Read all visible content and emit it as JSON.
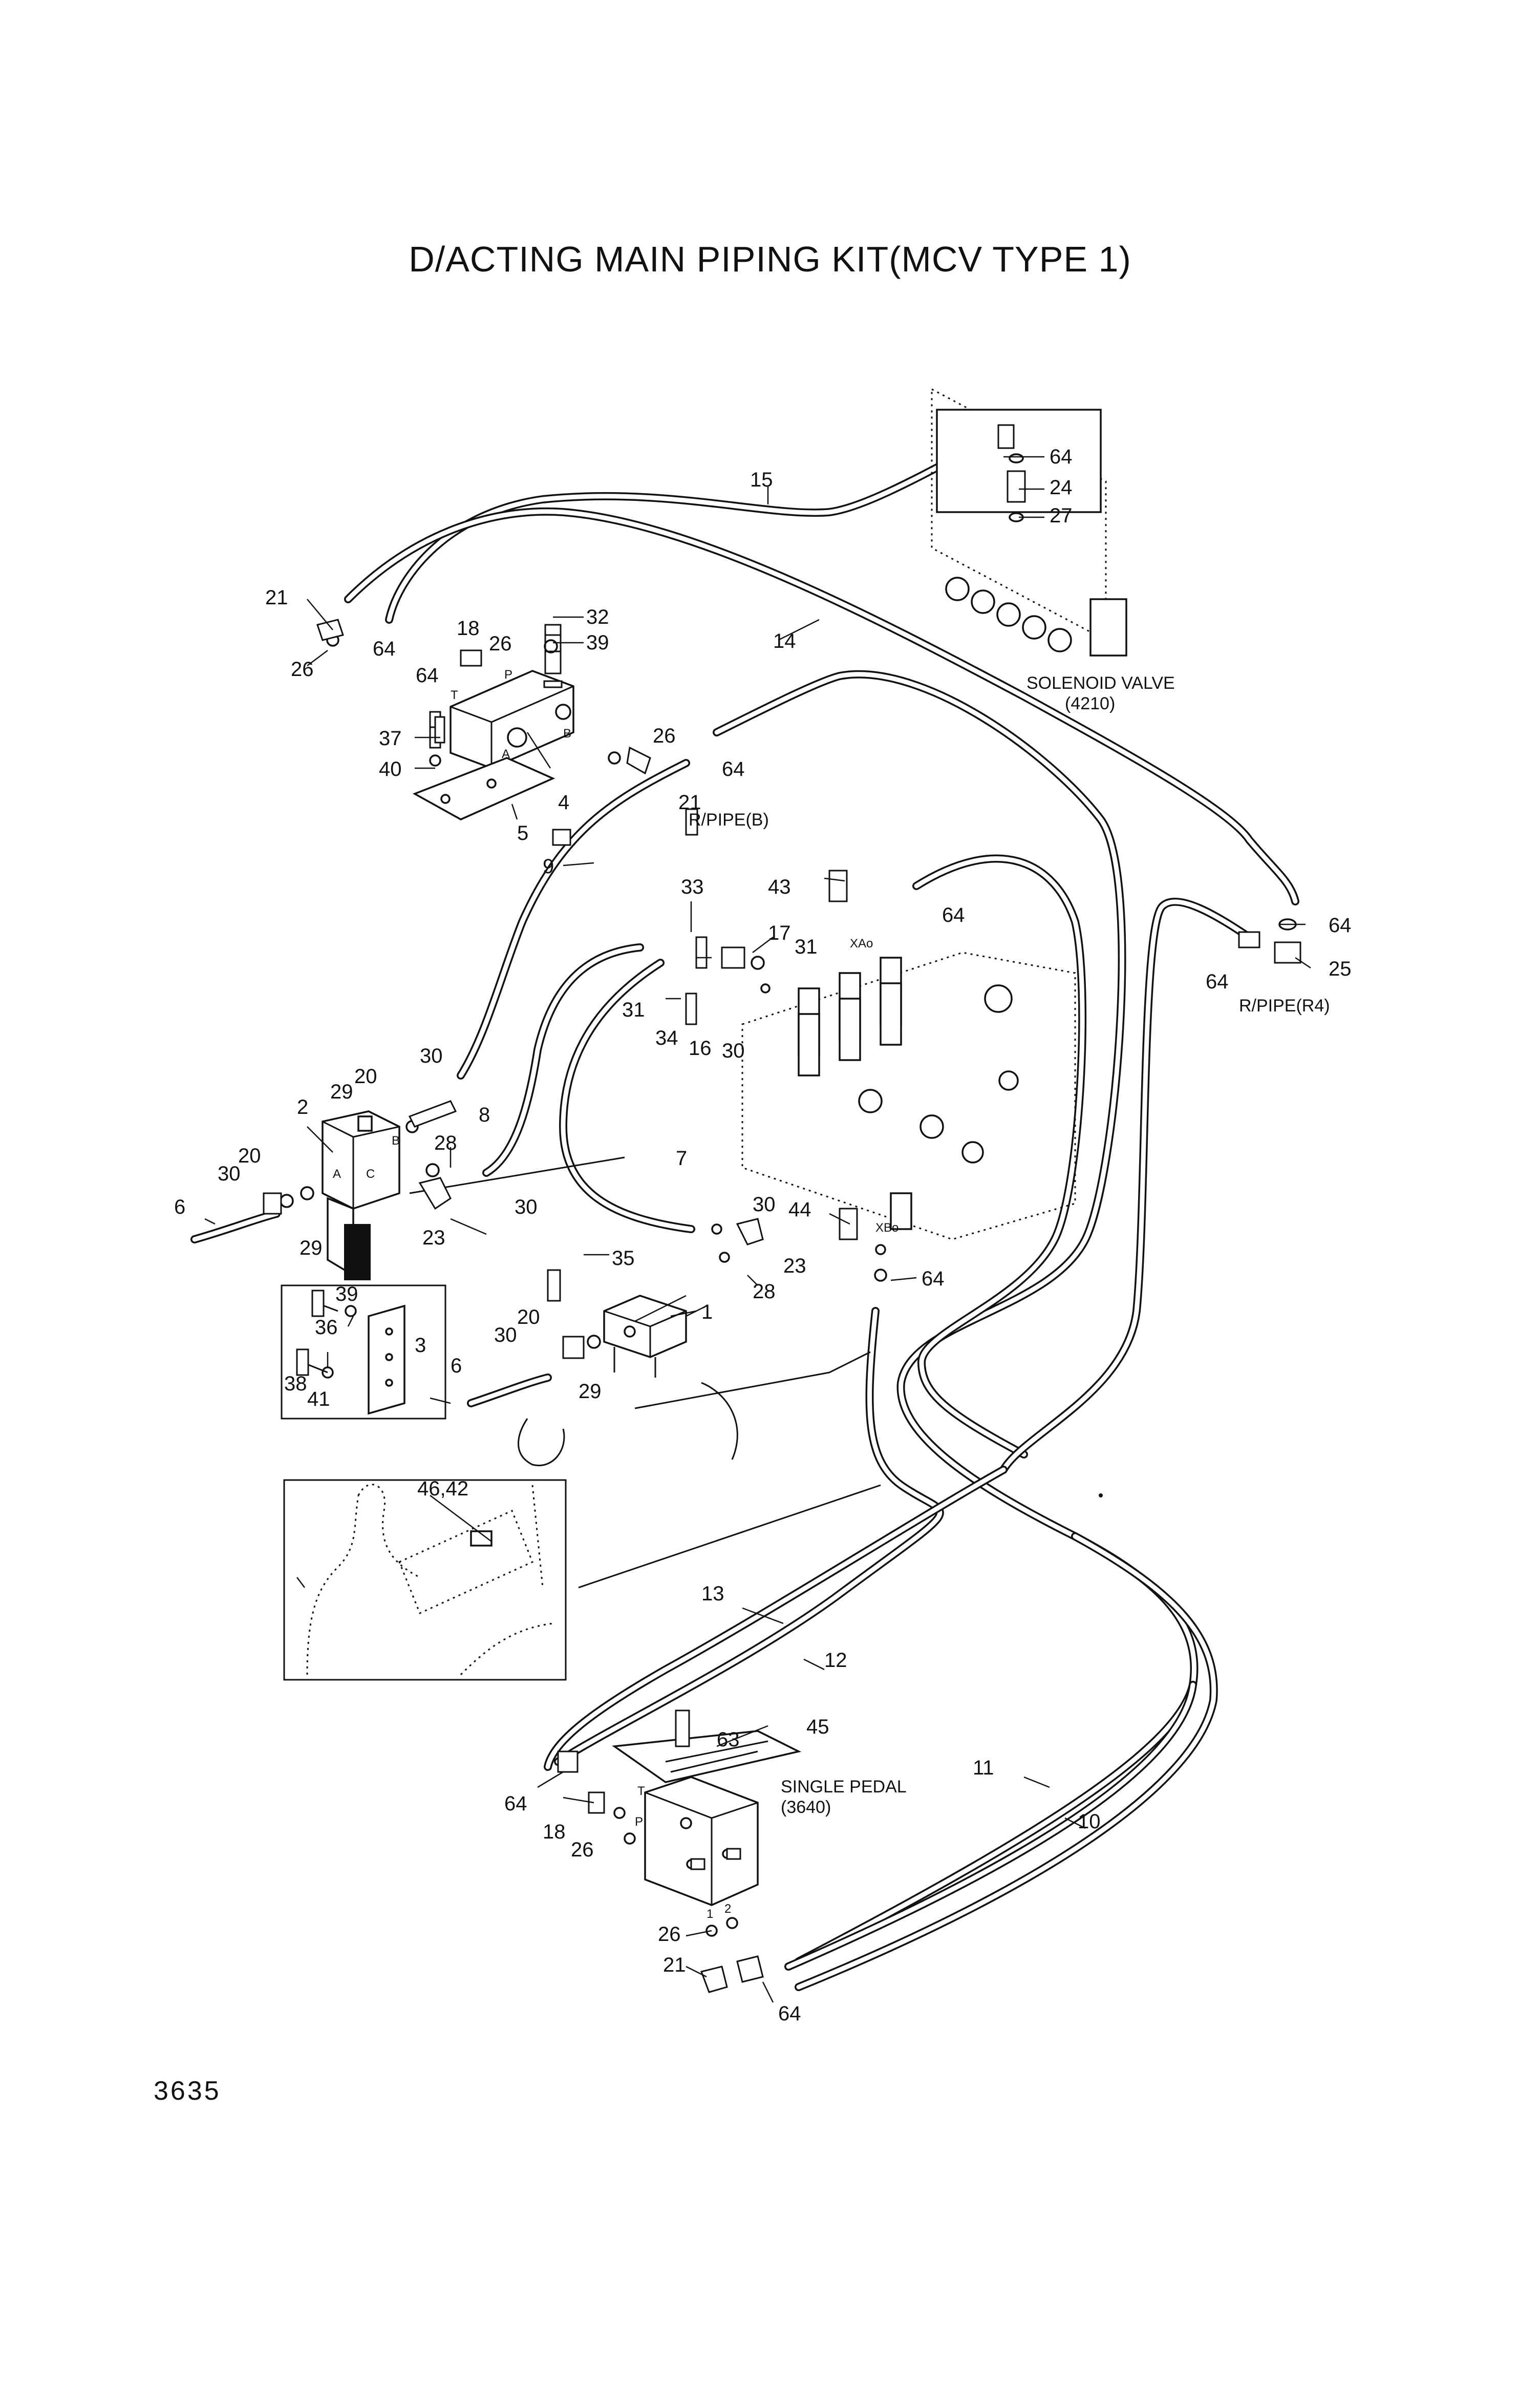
{
  "title": "D/ACTING MAIN PIPING KIT(MCV TYPE 1)",
  "page_number": "3635",
  "notes": {
    "solenoid_valve": "SOLENOID VALVE",
    "solenoid_valve_code": "(4210)",
    "single_pedal": "SINGLE PEDAL",
    "single_pedal_code": "(3640)",
    "rpipe_b": "R/PIPE(B)",
    "rpipe_r4": "R/PIPE(R4)"
  },
  "ports": {
    "xao": "XAo",
    "xbo": "XBo",
    "t": "T",
    "p": "P",
    "a": "A",
    "b": "B",
    "c": "C",
    "one": "1",
    "two": "2"
  },
  "callouts": {
    "c1": "1",
    "c2": "2",
    "c3": "3",
    "c4": "4",
    "c5": "5",
    "c6": "6",
    "c7": "7",
    "c8": "8",
    "c9": "9",
    "c10": "10",
    "c11": "11",
    "c12": "12",
    "c13": "13",
    "c14": "14",
    "c15": "15",
    "c16": "16",
    "c17": "17",
    "c18": "18",
    "c20": "20",
    "c21": "21",
    "c23": "23",
    "c24": "24",
    "c25": "25",
    "c26": "26",
    "c27": "27",
    "c28": "28",
    "c29": "29",
    "c30": "30",
    "c31": "31",
    "c32": "32",
    "c33": "33",
    "c34": "34",
    "c35": "35",
    "c36": "36",
    "c37": "37",
    "c38": "38",
    "c39": "39",
    "c40": "40",
    "c41": "41",
    "c43": "43",
    "c44": "44",
    "c45": "45",
    "c46_42": "46,42",
    "c63": "63",
    "c64": "64"
  }
}
